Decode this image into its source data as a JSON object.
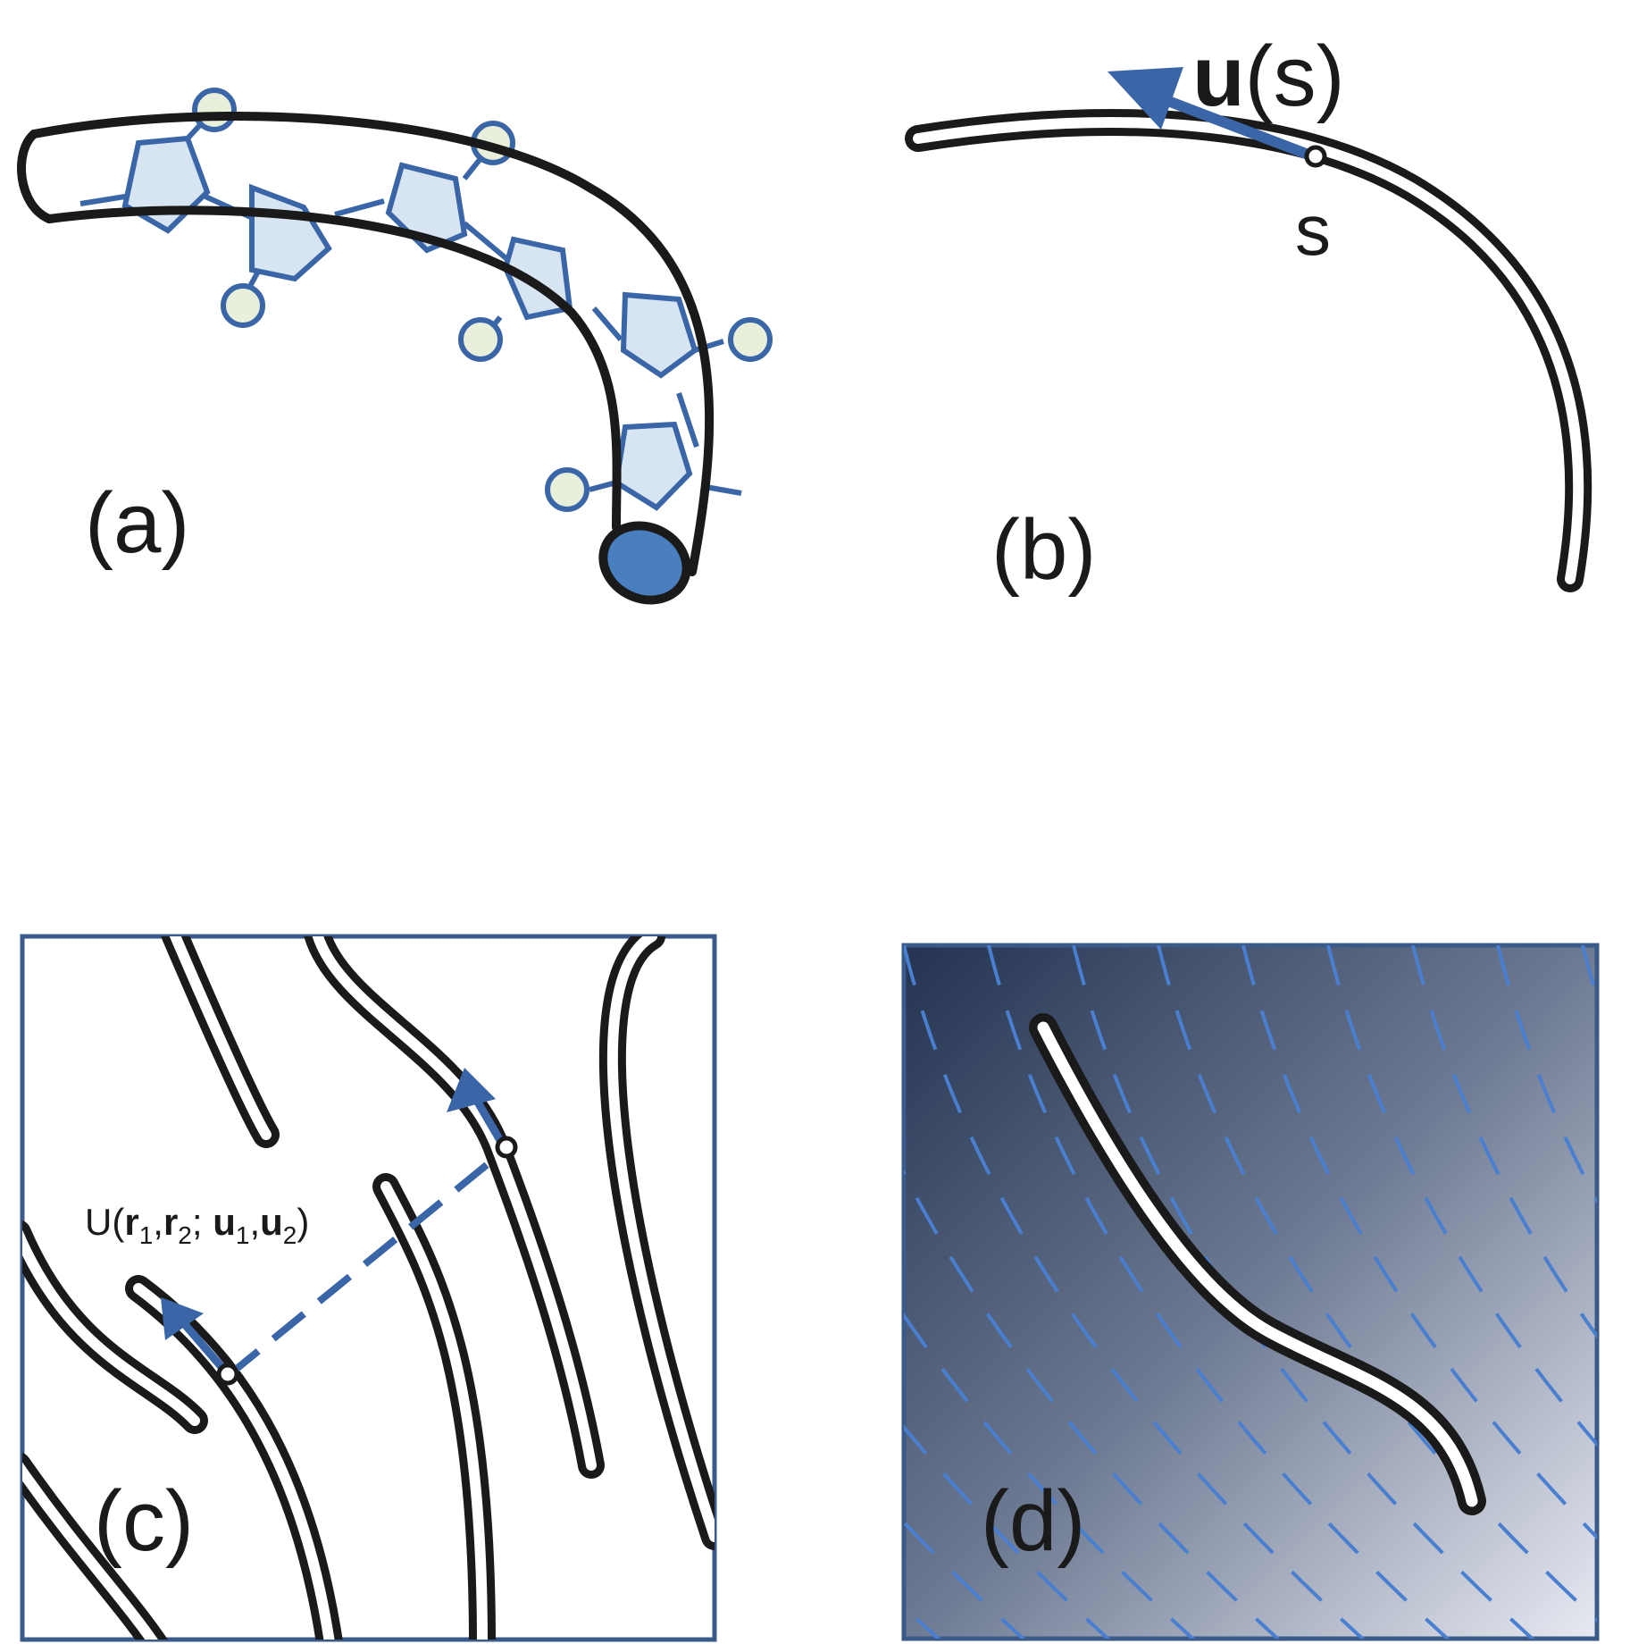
{
  "panels": {
    "a": {
      "label": "(a)"
    },
    "b": {
      "label": "(b)",
      "tangent_label": "u",
      "tangent_arg": "(s)",
      "arc_point_label": "s"
    },
    "c": {
      "label": "(c)",
      "potential": {
        "U": "U(",
        "r": "r",
        "one": "1",
        "comma": ",",
        "two": "2",
        "semicolon": "; ",
        "u": "u",
        "close": ")"
      }
    },
    "d": {
      "label": "(d)"
    }
  },
  "colors": {
    "stroke_dark": "#1a1a1a",
    "accent_blue": "#3a66a7",
    "ring_fill": "#d7e4f2",
    "bead_fill": "#e8f0dc",
    "cap_fill": "#4a7fbf",
    "frame": "#3a5a8a",
    "field_dark": "#233350",
    "field_light": "#e8eaf2",
    "field_dash": "#4a7fcf"
  }
}
